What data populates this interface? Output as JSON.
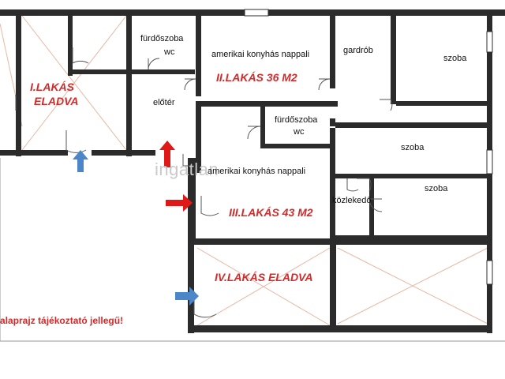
{
  "rooms": {
    "furdoszoba_1": "fürdőszoba",
    "wc_1": "wc",
    "nappali_1": "amerikai konyhás nappali",
    "gardrob": "gardrób",
    "szoba_1": "szoba",
    "eloter": "előtér",
    "furdoszoba_2": "fürdőszoba",
    "wc_2": "wc",
    "szoba_2": "szoba",
    "nappali_2": "amerikai konyhás nappali",
    "kozlekedo": "közlekedő",
    "szoba_3": "szoba"
  },
  "units": {
    "lakas_1_line1": "I.LAKÁS",
    "lakas_1_line2": "ELADVA",
    "lakas_2": "II.LAKÁS 36 M2",
    "lakas_3": "III.LAKÁS  43 M2",
    "lakas_4": "IV.LAKÁS ELADVA"
  },
  "note": "alaprajz tájékoztató jellegű!",
  "watermark": "ingatlan",
  "colors": {
    "wall": "#2b2b2b",
    "unit_label": "#d42a2a",
    "arrow_red": "#e01818",
    "arrow_blue": "#4a86c8",
    "sold_cross": "#e6b8a6",
    "door": "#555555"
  },
  "icons": [
    "arrow-up-red-icon",
    "arrow-right-red-icon",
    "arrow-up-blue-icon",
    "arrow-right-blue-icon"
  ]
}
